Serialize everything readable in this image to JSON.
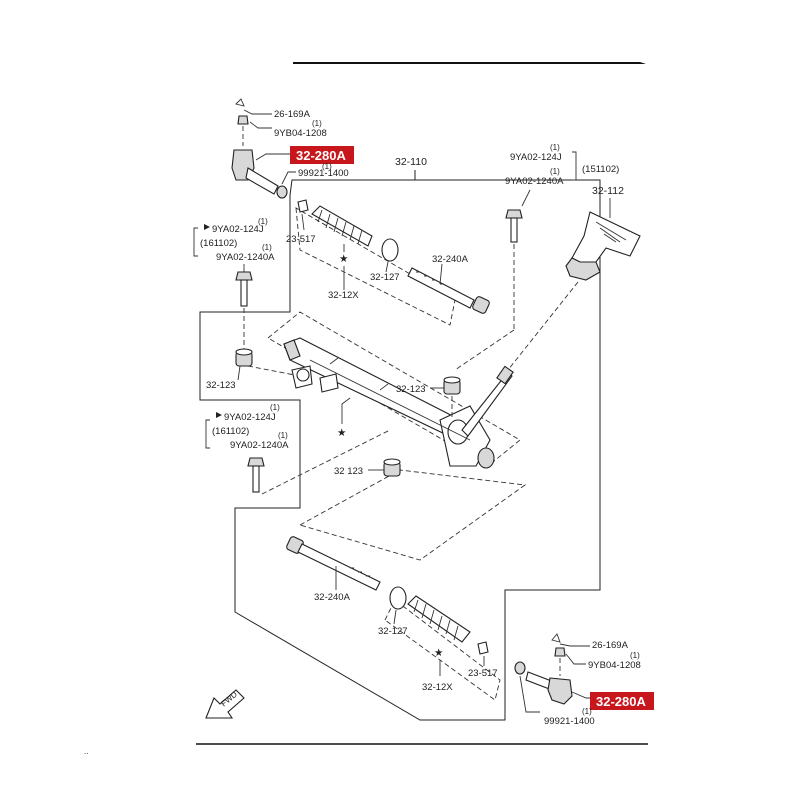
{
  "labels": {
    "part_26_169a_top": "26-169A",
    "part_9yb04_top": "9YB04-1208",
    "qty_9yb04_top": "(1)",
    "hl_32_280a_top": "32-280A",
    "part_99921_top": "99921-1400",
    "qty_99921_top": "(1)",
    "part_32_110": "32-110",
    "part_9ya02_124j_tr": "9YA02-124J",
    "qty_9ya02_124j_tr": "(1)",
    "part_151102": "(151102)",
    "part_9ya02_1240a_tr": "9YA02-1240A",
    "qty_9ya02_1240a_tr": "(1)",
    "part_32_112": "32-112",
    "part_9ya02_124j_l1": "9YA02-124J",
    "qty_9ya02_124j_l1": "(1)",
    "part_161102_l1": "(161102)",
    "part_9ya02_1240a_l1": "9YA02-1240A",
    "qty_9ya02_1240a_l1": "(1)",
    "part_23_517_top": "23-517",
    "part_32_127_top": "32-127",
    "part_32_240a_top": "32-240A",
    "part_32_12x_top": "32-12X",
    "part_32_123_left": "32-123",
    "part_32_123_mid": "32-123",
    "part_9ya02_124j_l2": "9YA02-124J",
    "qty_9ya02_124j_l2": "(1)",
    "part_161102_l2": "(161102)",
    "part_9ya02_1240a_l2": "9YA02-1240A",
    "qty_9ya02_1240a_l2": "(1)",
    "part_32_123_low": "32 123",
    "part_32_240a_bot": "32-240A",
    "part_32_127_bot": "32-127",
    "part_23_517_bot": "23-517",
    "part_32_12x_bot": "32-12X",
    "part_26_169a_bot": "26-169A",
    "part_9yb04_bot": "9YB04-1208",
    "qty_9yb04_bot": "(1)",
    "hl_32_280a_bot": "32-280A",
    "part_99921_bot": "99921-1400",
    "qty_99921_bot": "(1)",
    "fwd": "FWD",
    "star": "★"
  },
  "colors": {
    "highlight": "#c8161d",
    "line": "#222222"
  }
}
